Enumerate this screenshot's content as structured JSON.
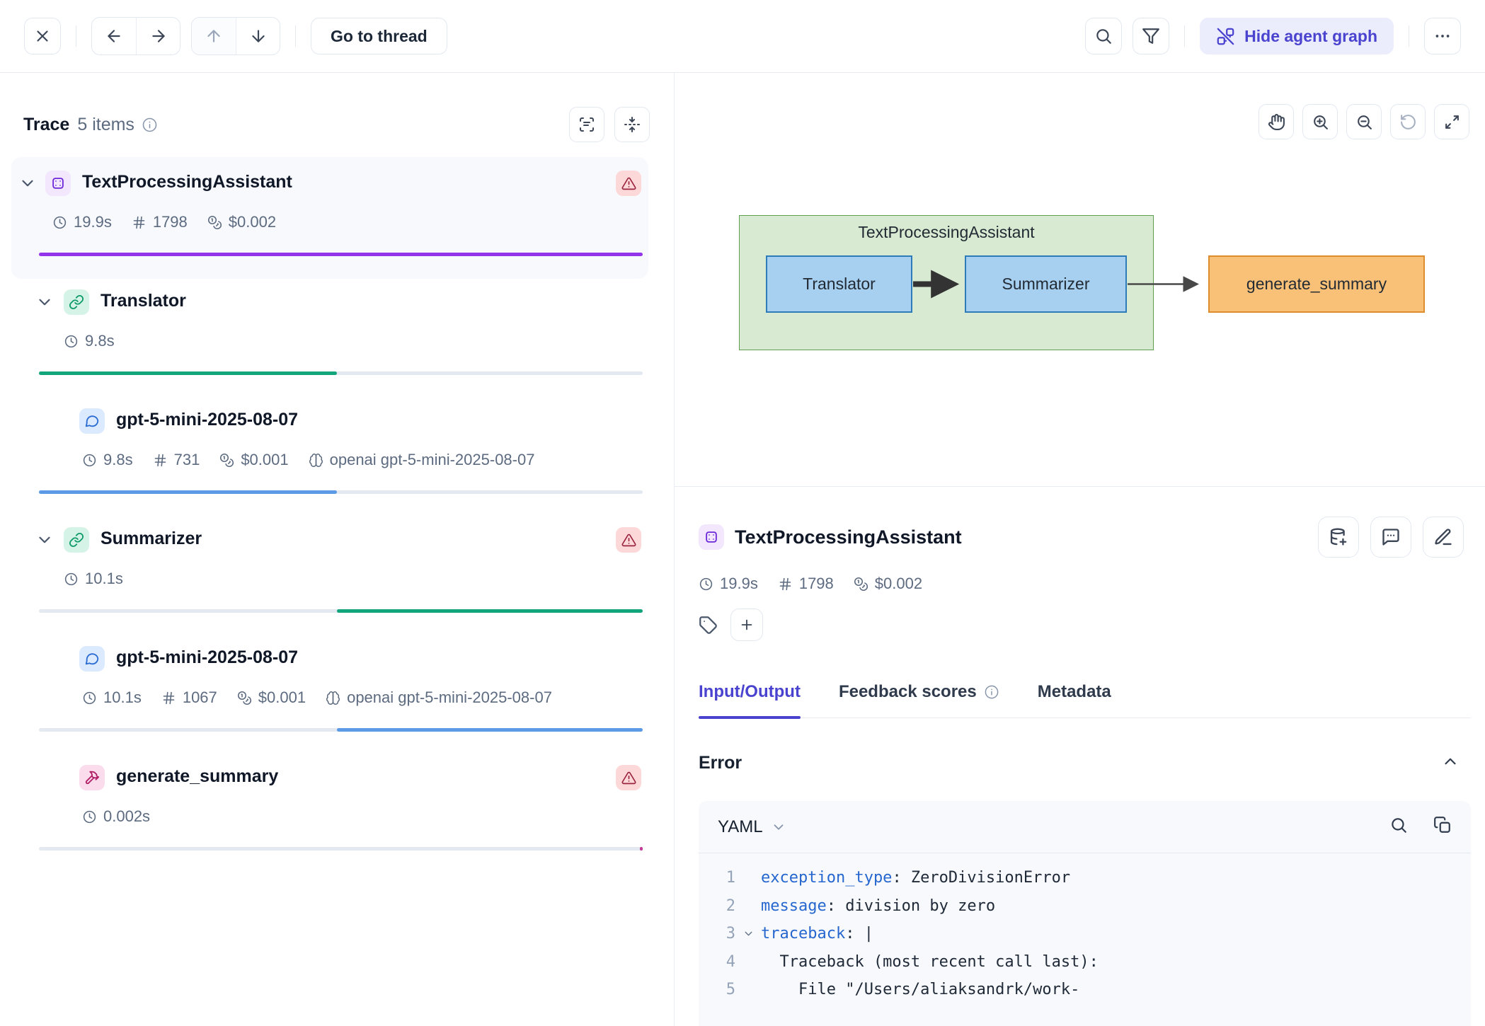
{
  "toolbar": {
    "go_to_thread": "Go to thread",
    "hide_agent_graph": "Hide agent graph"
  },
  "trace_panel": {
    "title": "Trace",
    "count": "5 items",
    "rows": [
      {
        "name": "TextProcessingAssistant",
        "type": "agent",
        "level": 0,
        "chevron": true,
        "selected": true,
        "error": true,
        "duration": "19.9s",
        "tokens": "1798",
        "cost": "$0.002",
        "bar": {
          "color": "#9333ea",
          "start": 0,
          "width": 100
        }
      },
      {
        "name": "Translator",
        "type": "chain",
        "level": 1,
        "chevron": true,
        "duration": "9.8s",
        "bar": {
          "color": "#12a57c",
          "start": 0,
          "width": 49.3
        }
      },
      {
        "name": "gpt-5-mini-2025-08-07",
        "type": "llm",
        "level": 2,
        "duration": "9.8s",
        "tokens": "731",
        "cost": "$0.001",
        "provider": "openai gpt-5-mini-2025-08-07",
        "bar": {
          "color": "#5b9be6",
          "start": 0,
          "width": 49.3
        }
      },
      {
        "name": "Summarizer",
        "type": "chain",
        "level": 1,
        "chevron": true,
        "error": true,
        "duration": "10.1s",
        "bar": {
          "color": "#12a57c",
          "start": 49.3,
          "width": 50.7
        }
      },
      {
        "name": "gpt-5-mini-2025-08-07",
        "type": "llm",
        "level": 2,
        "duration": "10.1s",
        "tokens": "1067",
        "cost": "$0.001",
        "provider": "openai gpt-5-mini-2025-08-07",
        "bar": {
          "color": "#5b9be6",
          "start": 49.3,
          "width": 50.7
        }
      },
      {
        "name": "generate_summary",
        "type": "tool",
        "level": 2,
        "error": true,
        "duration": "0.002s",
        "bar": {
          "color": "#c43a96",
          "start": 99.5,
          "width": 0.5
        }
      }
    ]
  },
  "graph": {
    "container_label": "TextProcessingAssistant",
    "nodes": [
      {
        "id": "translator",
        "label": "Translator"
      },
      {
        "id": "summarizer",
        "label": "Summarizer"
      },
      {
        "id": "generate_summary",
        "label": "generate_summary"
      }
    ]
  },
  "details": {
    "title": "TextProcessingAssistant",
    "duration": "19.9s",
    "tokens": "1798",
    "cost": "$0.002",
    "tabs": [
      {
        "label": "Input/Output",
        "active": true
      },
      {
        "label": "Feedback scores",
        "info": true
      },
      {
        "label": "Metadata"
      }
    ],
    "error_section_title": "Error",
    "code_format": "YAML",
    "code_lines": [
      {
        "num": "1",
        "segments": [
          {
            "t": "key",
            "v": "exception_type"
          },
          {
            "t": "plain",
            "v": ": ZeroDivisionError"
          }
        ]
      },
      {
        "num": "2",
        "segments": [
          {
            "t": "key",
            "v": "message"
          },
          {
            "t": "plain",
            "v": ": division by zero"
          }
        ]
      },
      {
        "num": "3",
        "collapsible": true,
        "segments": [
          {
            "t": "key",
            "v": "traceback"
          },
          {
            "t": "plain",
            "v": ": |"
          }
        ]
      },
      {
        "num": "4",
        "segments": [
          {
            "t": "plain",
            "v": "  Traceback (most recent call last):"
          }
        ]
      },
      {
        "num": "5",
        "segments": [
          {
            "t": "plain",
            "v": "    File \"/Users/aliaksandrk/work-"
          }
        ]
      }
    ]
  },
  "colors": {
    "accent": "#4a43cf",
    "trace_bar": "#9333ea",
    "chain_bar": "#12a57c",
    "llm_bar": "#5b9be6",
    "tool_tick": "#c43a96",
    "error_badge_bg": "#fcd8d9",
    "error_badge_fg": "#9c2342"
  }
}
